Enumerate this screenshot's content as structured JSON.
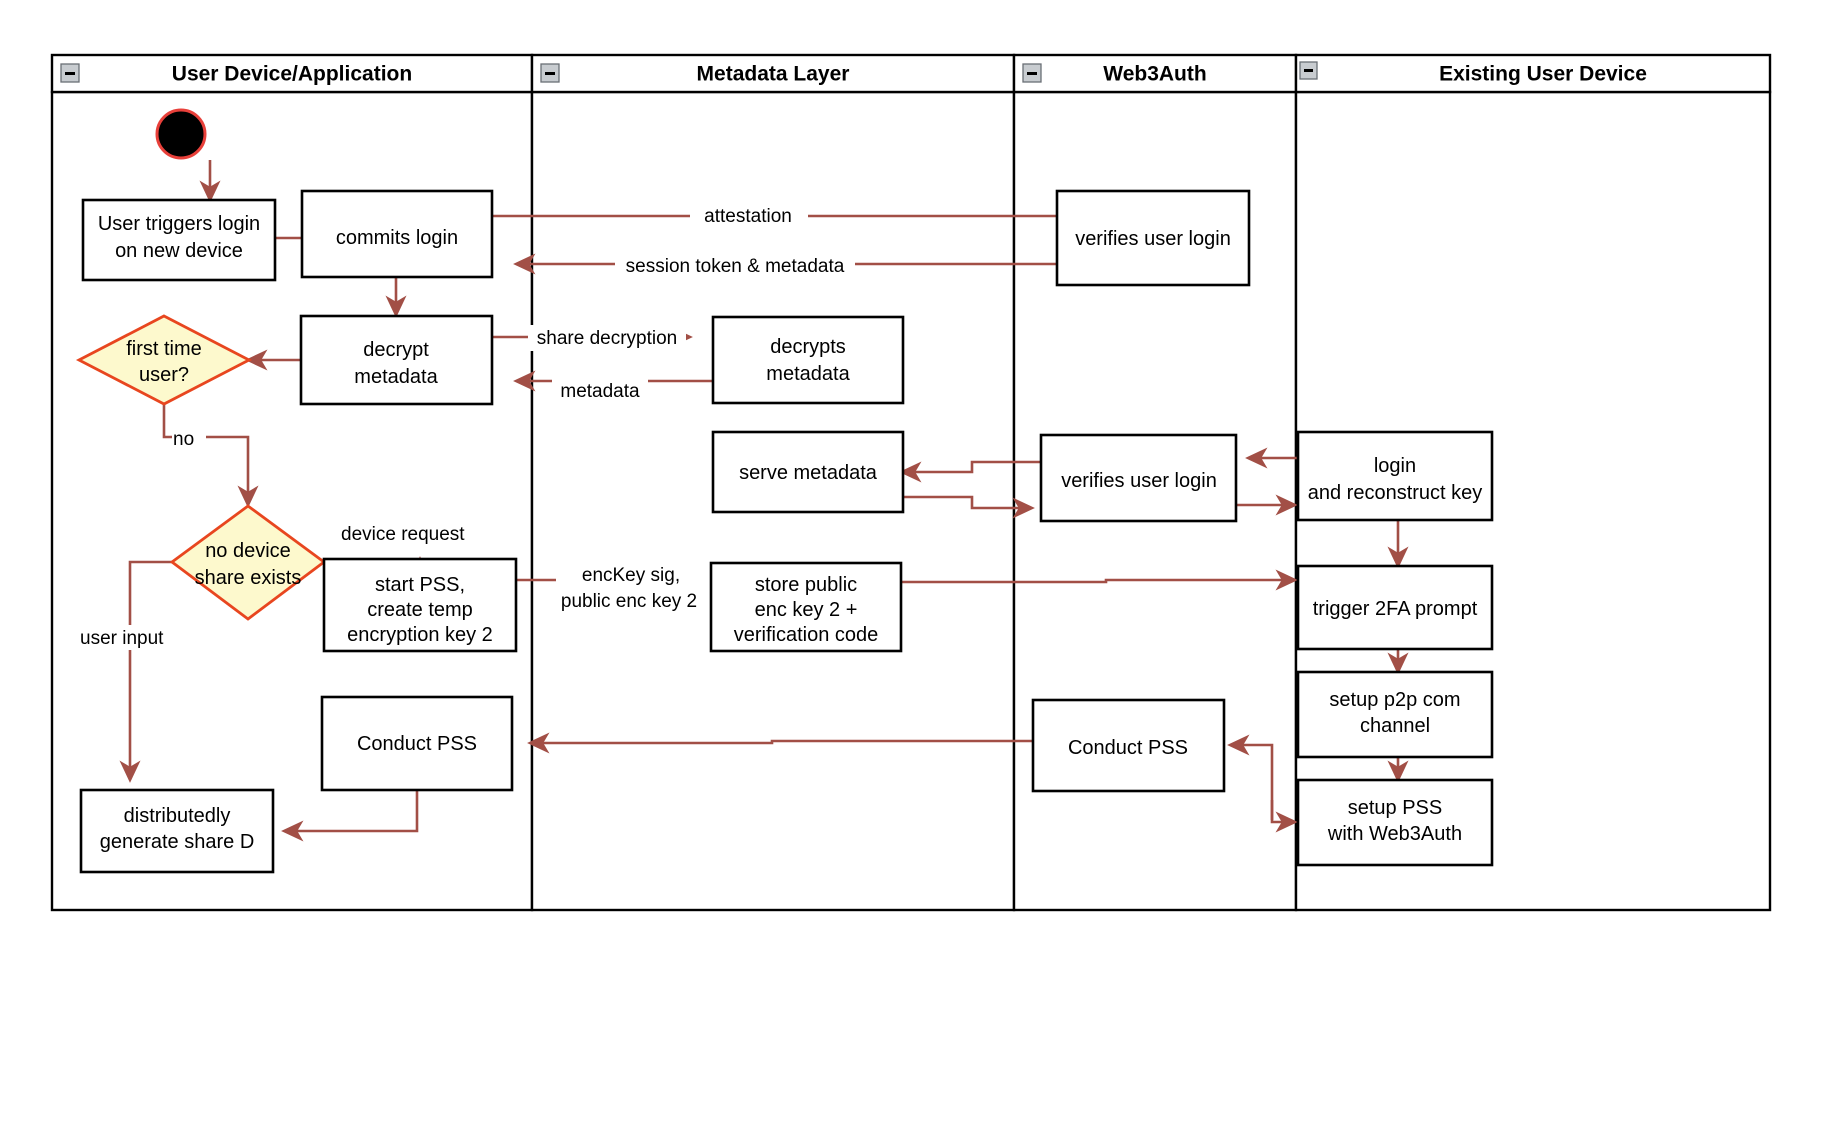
{
  "diagram": {
    "title": "Web3Auth new-device login activity diagram",
    "type": "swimlane-activity-diagram",
    "colors": {
      "lane_border": "#000000",
      "node_border": "#000000",
      "node_fill": "#ffffff",
      "decision_fill": "#fdf9cd",
      "decision_border": "#e8461f",
      "flow_arrow": "#a24f46",
      "start_node_fill": "#000000",
      "start_node_border": "#e8403a",
      "background": "#ffffff"
    },
    "lanes": [
      {
        "id": "lane-user-device",
        "title": "User Device/Application",
        "collapse_icon": "minus-box-icon"
      },
      {
        "id": "lane-metadata",
        "title": "Metadata Layer",
        "collapse_icon": "minus-box-icon"
      },
      {
        "id": "lane-web3auth",
        "title": "Web3Auth",
        "collapse_icon": "minus-box-icon"
      },
      {
        "id": "lane-existing-device",
        "title": "Existing User Device",
        "collapse_icon": "minus-box-icon"
      }
    ],
    "nodes": [
      {
        "id": "start",
        "lane": "lane-user-device",
        "shape": "start-circle",
        "label": ""
      },
      {
        "id": "user-triggers-login",
        "lane": "lane-user-device",
        "shape": "rect",
        "lines": [
          "User triggers login",
          "on new device"
        ]
      },
      {
        "id": "commits-login",
        "lane": "lane-user-device",
        "shape": "rect",
        "lines": [
          "commits login"
        ]
      },
      {
        "id": "decrypt-metadata",
        "lane": "lane-user-device",
        "shape": "rect",
        "lines": [
          "decrypt",
          "metadata"
        ]
      },
      {
        "id": "first-time-user",
        "lane": "lane-user-device",
        "shape": "diamond",
        "lines": [
          "first time",
          "user?"
        ]
      },
      {
        "id": "no-device-share-exists",
        "lane": "lane-user-device",
        "shape": "diamond",
        "lines": [
          "no device",
          "share exists"
        ]
      },
      {
        "id": "start-pss-create-temp-key",
        "lane": "lane-user-device",
        "shape": "rect",
        "lines": [
          "start PSS,",
          "create temp",
          "encryption key 2"
        ]
      },
      {
        "id": "conduct-pss-user",
        "lane": "lane-user-device",
        "shape": "rect",
        "lines": [
          "Conduct PSS"
        ]
      },
      {
        "id": "distributedly-generate-share-d",
        "lane": "lane-user-device",
        "shape": "rect",
        "lines": [
          "distributedly",
          "generate share D"
        ]
      },
      {
        "id": "decrypts-metadata",
        "lane": "lane-metadata",
        "shape": "rect",
        "lines": [
          "decrypts",
          "metadata"
        ]
      },
      {
        "id": "serve-metadata",
        "lane": "lane-metadata",
        "shape": "rect",
        "lines": [
          "serve metadata"
        ]
      },
      {
        "id": "store-public-enc-key",
        "lane": "lane-metadata",
        "shape": "rect",
        "lines": [
          "store public",
          "enc key 2 +",
          "verification code"
        ]
      },
      {
        "id": "verifies-user-login-top",
        "lane": "lane-web3auth",
        "shape": "rect",
        "lines": [
          "verifies user login"
        ]
      },
      {
        "id": "verifies-user-login-mid",
        "lane": "lane-web3auth",
        "shape": "rect",
        "lines": [
          "verifies user login"
        ]
      },
      {
        "id": "conduct-pss-web3auth",
        "lane": "lane-web3auth",
        "shape": "rect",
        "lines": [
          "Conduct PSS"
        ]
      },
      {
        "id": "login-and-reconstruct-key",
        "lane": "lane-existing-device",
        "shape": "rect",
        "lines": [
          "login",
          "and reconstruct key"
        ]
      },
      {
        "id": "trigger-2fa-prompt",
        "lane": "lane-existing-device",
        "shape": "rect",
        "lines": [
          "trigger 2FA prompt"
        ]
      },
      {
        "id": "setup-p2p-com-channel",
        "lane": "lane-existing-device",
        "shape": "rect",
        "lines": [
          "setup p2p com",
          "channel"
        ]
      },
      {
        "id": "setup-pss-with-web3auth",
        "lane": "lane-existing-device",
        "shape": "rect",
        "lines": [
          "setup PSS",
          "with Web3Auth"
        ]
      }
    ],
    "edge_labels": [
      {
        "id": "attestation",
        "text": "attestation"
      },
      {
        "id": "session-token-metadata",
        "text": "session token & metadata"
      },
      {
        "id": "share-decryption",
        "text": "share decryption"
      },
      {
        "id": "metadata",
        "text": "metadata"
      },
      {
        "id": "no",
        "text": "no"
      },
      {
        "id": "device-request",
        "text": "device request"
      },
      {
        "id": "user-input",
        "text": "user input"
      },
      {
        "id": "enckey-sig-line1",
        "text": "encKey sig,"
      },
      {
        "id": "enckey-sig-line2",
        "text": "public enc key 2"
      }
    ]
  }
}
